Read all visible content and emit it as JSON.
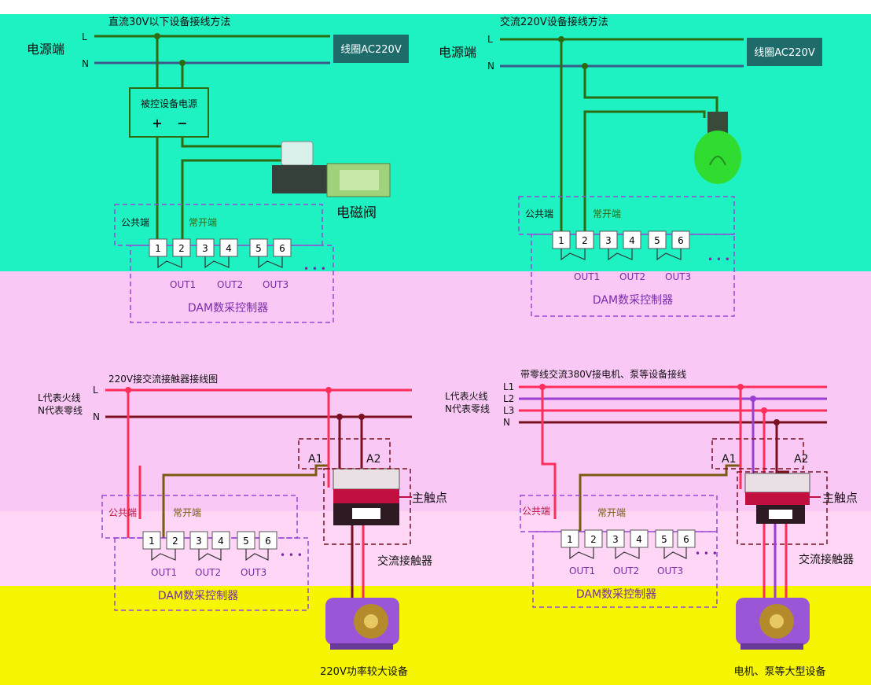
{
  "colors": {
    "band_top": "#1ff2c2",
    "band_mid": "#f9c8f5",
    "band_low": "#ffd2f5",
    "band_bottom": "#f6f600",
    "green_wire": "#2e6b10",
    "blue_wire": "#3a5a8a",
    "red_wire": "#ff2e5a",
    "dark_wire": "#7a1020",
    "purple_wire": "#9a3fd0",
    "dashed": "#9a46d6",
    "label_box": "#1e6b6b",
    "bulb": "#2fdc2f"
  },
  "d1": {
    "title": "直流30V以下设备接线方法",
    "power_side": "电源端",
    "line_l": "L",
    "line_n": "N",
    "coil": "线圈AC220V",
    "supply_box": "被控设备电源",
    "plus": "+",
    "minus": "−",
    "valve_label": "电磁阀",
    "common_label": "公共端",
    "no_label": "常开端",
    "terminals": [
      "1",
      "2",
      "3",
      "4",
      "5",
      "6"
    ],
    "outs": [
      "OUT1",
      "OUT2",
      "OUT3"
    ],
    "ellipsis": "• • •",
    "controller": "DAM数采控制器"
  },
  "d2": {
    "title": "交流220V设备接线方法",
    "power_side": "电源端",
    "line_l": "L",
    "line_n": "N",
    "coil": "线圈AC220V",
    "common_label": "公共端",
    "no_label": "常开端",
    "terminals": [
      "1",
      "2",
      "3",
      "4",
      "5",
      "6"
    ],
    "outs": [
      "OUT1",
      "OUT2",
      "OUT3"
    ],
    "ellipsis": "• • •",
    "controller": "DAM数采控制器"
  },
  "d3": {
    "title": "220V接交流接触器接线图",
    "l_desc": "L代表火线",
    "n_desc": "N代表零线",
    "line_l": "L",
    "line_n": "N",
    "a1": "A1",
    "a2": "A2",
    "main_contact": "主触点",
    "contactor": "交流接触器",
    "common_label": "公共端",
    "no_label": "常开端",
    "terminals": [
      "1",
      "2",
      "3",
      "4",
      "5",
      "6"
    ],
    "outs": [
      "OUT1",
      "OUT2",
      "OUT3"
    ],
    "ellipsis": "• • •",
    "controller": "DAM数采控制器",
    "device": "220V功率较大设备"
  },
  "d4": {
    "title": "带零线交流380V接电机、泵等设备接线",
    "l_desc": "L代表火线",
    "n_desc": "N代表零线",
    "lines": [
      "L1",
      "L2",
      "L3",
      "N"
    ],
    "a1": "A1",
    "a2": "A2",
    "main_contact": "主触点",
    "contactor": "交流接触器",
    "common_label": "公共端",
    "no_label": "常开端",
    "terminals": [
      "1",
      "2",
      "3",
      "4",
      "5",
      "6"
    ],
    "outs": [
      "OUT1",
      "OUT2",
      "OUT3"
    ],
    "ellipsis": "• • •",
    "controller": "DAM数采控制器",
    "device": "电机、泵等大型设备"
  }
}
